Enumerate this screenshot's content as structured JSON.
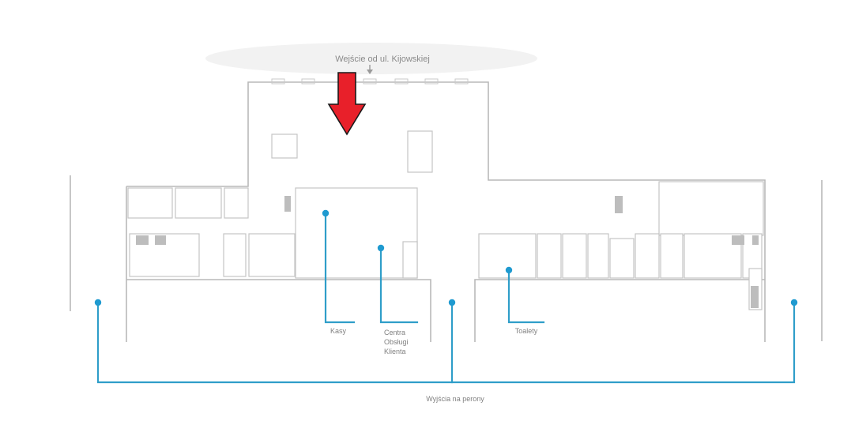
{
  "map": {
    "entrance_label": "Wejście od ul. Kijowskiej",
    "labels": {
      "kasy": "Kasy",
      "centrum_line1": "Centra",
      "centrum_line2": "Obsługi",
      "centrum_line3": "Klienta",
      "toalety": "Toalety",
      "wyjscia": "Wyjścia na perony"
    },
    "colors": {
      "wall": "#b9b9b9",
      "leader": "#2f9ec9",
      "arrow": "#e8202a"
    },
    "icons": {
      "entrance_marker": "red-down-arrow",
      "entrance_small_arrow": "small-down-arrow"
    }
  }
}
